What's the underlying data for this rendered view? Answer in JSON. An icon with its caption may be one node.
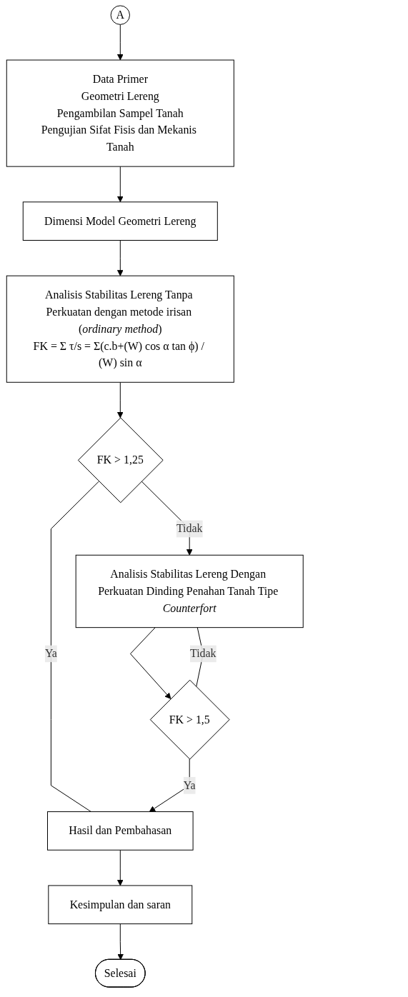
{
  "diagram": {
    "nodes": [
      {
        "text": [
          "A"
        ]
      },
      {
        "text": [
          "Data Primer",
          "Geometri Lereng",
          "Pengambilan Sampel Tanah",
          "Pengujian Sifat Fisis dan Mekanis Tanah"
        ]
      },
      {
        "text": [
          "Dimensi Model Geometri Lereng"
        ]
      },
      {
        "text": [
          "Analisis Stabilitas Lereng Tanpa Perkuatan dengan metode irisan (*ordinary method*)",
          "FK = Σ τ/s = Σ(c.b+(W) cos α tan ϕ) / (W) sin α"
        ]
      },
      {
        "text": [
          "FK > 1,25"
        ]
      },
      {
        "text": [
          "Analisis Stabilitas Lereng Dengan Perkuatan Dinding Penahan Tanah Tipe *Counterfort*"
        ]
      },
      {
        "text": [
          "FK > 1,5"
        ]
      },
      {
        "text": [
          "Hasil dan Pembahasan"
        ]
      },
      {
        "text": [
          "Kesimpulan dan saran"
        ]
      },
      {
        "text": [
          "Selesai"
        ]
      }
    ],
    "edges": [
      {
        "from": 0,
        "to": 1,
        "arrow": "to"
      },
      {
        "from": 1,
        "to": 2,
        "arrow": "to"
      },
      {
        "from": 2,
        "to": 3,
        "arrow": "to"
      },
      {
        "from": 3,
        "to": 4,
        "arrow": "to"
      },
      {
        "from": 4,
        "to": 5,
        "arrow": "to",
        "label": "Tidak"
      },
      {
        "from": 4,
        "to": 7,
        "arrow": "none",
        "label": "Ya"
      },
      {
        "from": 5,
        "to": 6,
        "arrow": "to"
      },
      {
        "from": 6,
        "to": 5,
        "arrow": "none",
        "label": "Tidak"
      },
      {
        "from": 6,
        "to": 7,
        "arrow": "to",
        "label": "Ya"
      },
      {
        "from": 7,
        "to": 8,
        "arrow": "to"
      },
      {
        "from": 8,
        "to": 9,
        "arrow": "to"
      }
    ]
  }
}
